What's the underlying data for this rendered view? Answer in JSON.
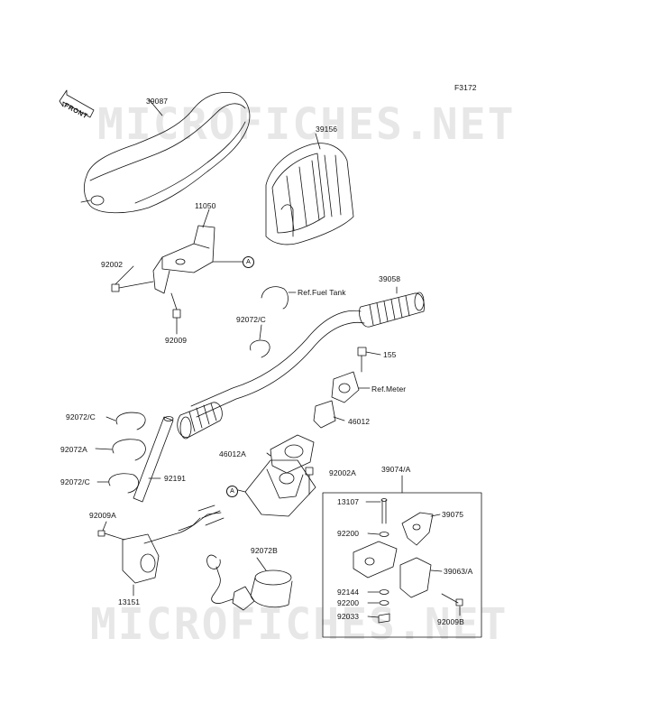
{
  "diagram_code": "F3172",
  "watermark_text": "MICROFICHES.NET",
  "front_arrow_label": "FRONT",
  "reference_marker": "A",
  "labels": {
    "p39087": "39087",
    "p39156": "39156",
    "p11050": "11050",
    "p92002": "92002",
    "p92009": "92009",
    "p39058": "39058",
    "ref_fuel_tank": "Ref.Fuel Tank",
    "p92072_c_top": "92072/C",
    "p155": "155",
    "ref_meter": "Ref.Meter",
    "p46012": "46012",
    "p46012a": "46012A",
    "p92002a": "92002A",
    "p92072_c_mid": "92072/C",
    "p92072a": "92072A",
    "p92072_c_low": "92072/C",
    "p92191": "92191",
    "p39074_a": "39074/A",
    "p13107": "13107",
    "p39075": "39075",
    "p92200_top": "92200",
    "p39063_a": "39063/A",
    "p92144": "92144",
    "p92200_low": "92200",
    "p92033": "92033",
    "p92009b": "92009B",
    "p92009a": "92009A",
    "p13151": "13151",
    "p92072b": "92072B"
  },
  "colors": {
    "line": "#111111",
    "watermark": "#aaaaaa"
  }
}
